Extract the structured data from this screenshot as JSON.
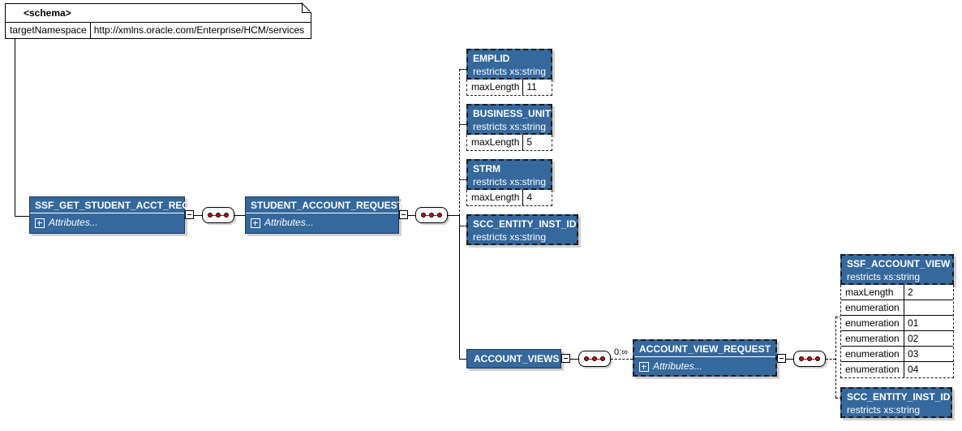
{
  "diagram": {
    "type": "xml-schema-tree",
    "background": "#ffffff",
    "accent_blue": "#35689c",
    "dot_red": "#d40000"
  },
  "schema": {
    "title": "<schema>",
    "attribute_name": "targetNamespace",
    "attribute_value": "http://xmlns.oracle.com/Enterprise/HCM/services"
  },
  "nodes": {
    "root": {
      "name": "SSF_GET_STUDENT_ACCT_REQ",
      "attributes_label": "Attributes..."
    },
    "student_account_request": {
      "name": "STUDENT_ACCOUNT_REQUEST",
      "attributes_label": "Attributes..."
    },
    "emplid": {
      "name": "EMPLID",
      "restriction": "restricts xs:string",
      "facets": [
        {
          "name": "maxLength",
          "value": "11"
        }
      ]
    },
    "business_unit": {
      "name": "BUSINESS_UNIT",
      "restriction": "restricts xs:string",
      "facets": [
        {
          "name": "maxLength",
          "value": "5"
        }
      ]
    },
    "strm": {
      "name": "STRM",
      "restriction": "restricts xs:string",
      "facets": [
        {
          "name": "maxLength",
          "value": "4"
        }
      ]
    },
    "scc_entity_inst_id": {
      "name": "SCC_ENTITY_INST_ID",
      "restriction": "restricts xs:string",
      "facets": []
    },
    "account_views": {
      "name": "ACCOUNT_VIEWS"
    },
    "account_view_request": {
      "name": "ACCOUNT_VIEW_REQUEST",
      "attributes_label": "Attributes...",
      "cardinality": "0:∞"
    },
    "ssf_account_view": {
      "name": "SSF_ACCOUNT_VIEW",
      "restriction": "restricts xs:string",
      "facets": [
        {
          "name": "maxLength",
          "value": "2"
        },
        {
          "name": "enumeration",
          "value": ""
        },
        {
          "name": "enumeration",
          "value": "01"
        },
        {
          "name": "enumeration",
          "value": "02"
        },
        {
          "name": "enumeration",
          "value": "03"
        },
        {
          "name": "enumeration",
          "value": "04"
        }
      ]
    },
    "scc_entity_inst_id_2": {
      "name": "SCC_ENTITY_INST_ID",
      "restriction": "restricts xs:string",
      "facets": []
    }
  }
}
